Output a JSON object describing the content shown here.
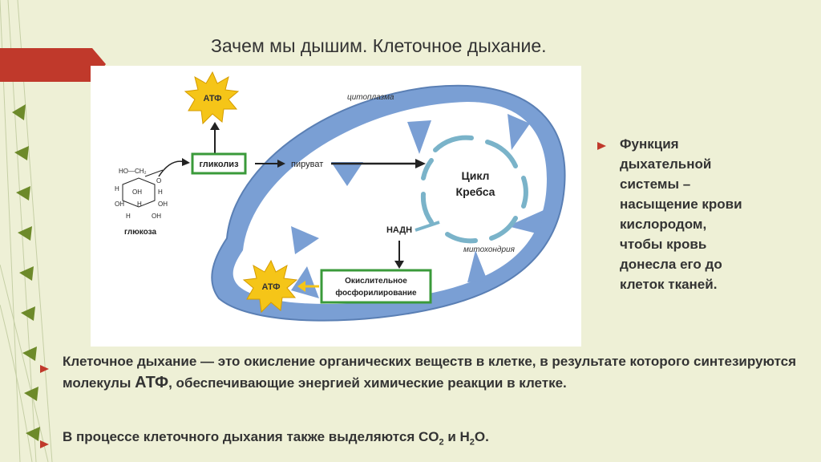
{
  "slide": {
    "title": "Зачем мы дышим. Клеточное дыхание."
  },
  "diagram": {
    "atp_top": "АТФ",
    "atp_bottom": "АТФ",
    "glycolysis": "гликолиз",
    "pyruvate": "пируват",
    "cytoplasm": "цитоплазма",
    "glucose": "глюкоза",
    "krebs_line1": "Цикл",
    "krebs_line2": "Кребса",
    "nadh": "НАДН",
    "mitochondria": "митохондрия",
    "oxphos_line1": "Окислительное",
    "oxphos_line2": "фосфорилирование",
    "glucose_formula": {
      "top": "HO—CH₂",
      "o": "O",
      "h": "H",
      "oh": "OH"
    }
  },
  "right_panel": {
    "lines": [
      "Функция",
      "дыхательной",
      "системы –",
      "насыщение крови",
      "кислородом,",
      "чтобы кровь",
      "донесла его до",
      "клеток тканей."
    ]
  },
  "bottom": {
    "p1_part1": "Клеточное дыхание — это окисление органических веществ в клетке, в результате которого синтезируются молекулы ",
    "p1_atp": "АТФ",
    "p1_part2": ", обеспечивающие энергией химические реакции в клетке.",
    "p2_part1": "В процессе клеточного дыхания также выделяются CO",
    "p2_sub1": "2",
    "p2_part2": " и H",
    "p2_sub2": "2",
    "p2_part3": "O."
  },
  "colors": {
    "background": "#eef0d6",
    "accent_red": "#c0392b",
    "mito_blue": "#7a9fd4",
    "green_box": "#3a9a3a",
    "atp_yellow": "#f5c518"
  }
}
